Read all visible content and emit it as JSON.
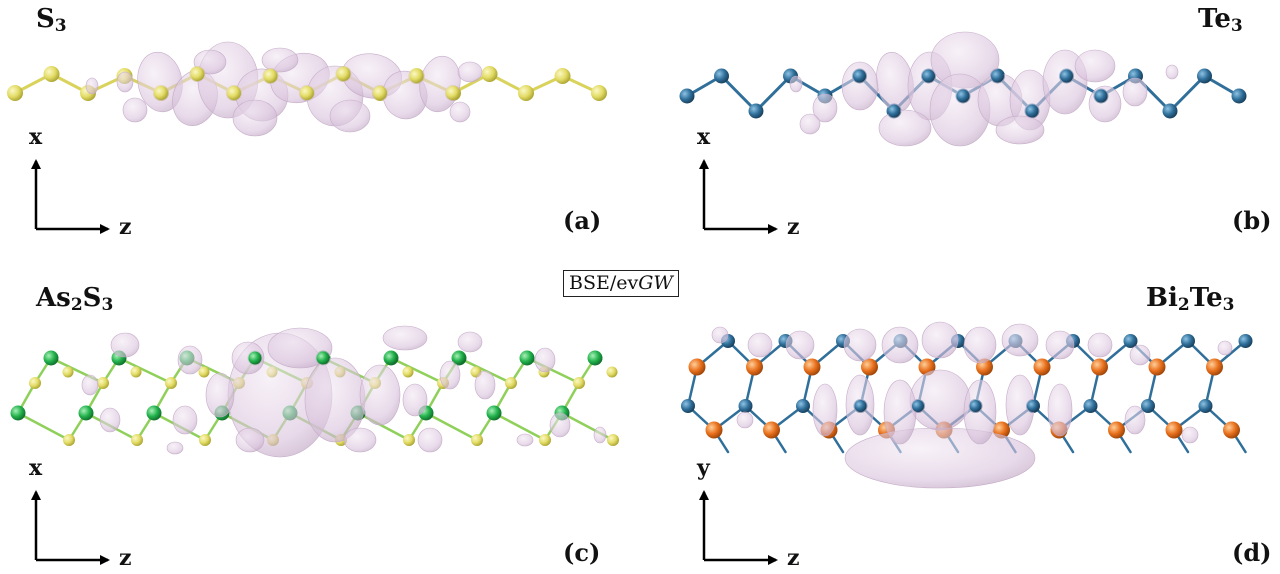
{
  "method": {
    "text": "BSE/ev",
    "italic": "GW"
  },
  "panels": [
    {
      "key": "a",
      "formula": [
        {
          "el": "S",
          "sub": "3"
        }
      ],
      "tag": "(a)",
      "axes": {
        "vertical": "x",
        "horizontal": "z"
      },
      "atom_colors": {
        "S": "#e3dc66"
      },
      "bond_color": "#d9d35c"
    },
    {
      "key": "b",
      "formula": [
        {
          "el": "Te",
          "sub": "3"
        }
      ],
      "tag": "(b)",
      "axes": {
        "vertical": "x",
        "horizontal": "z"
      },
      "atom_colors": {
        "Te": "#2f6f9a"
      },
      "bond_color": "#2f6f9a"
    },
    {
      "key": "c",
      "formula": [
        {
          "el": "As",
          "sub": "2"
        },
        {
          "el": "S",
          "sub": "3"
        }
      ],
      "tag": "(c)",
      "axes": {
        "vertical": "x",
        "horizontal": "z"
      },
      "atom_colors": {
        "As": "#22b24c",
        "S": "#e3dc66"
      },
      "bond_color": "#8fd05a"
    },
    {
      "key": "d",
      "formula": [
        {
          "el": "Bi",
          "sub": "2"
        },
        {
          "el": "Te",
          "sub": "3"
        }
      ],
      "tag": "(d)",
      "axes": {
        "vertical": "y",
        "horizontal": "z"
      },
      "atom_colors": {
        "Bi": "#e8701c",
        "Te": "#2f6f9a"
      },
      "bond_color": "#2f6f9a"
    }
  ],
  "isosurface_color": "#d9c2dc"
}
